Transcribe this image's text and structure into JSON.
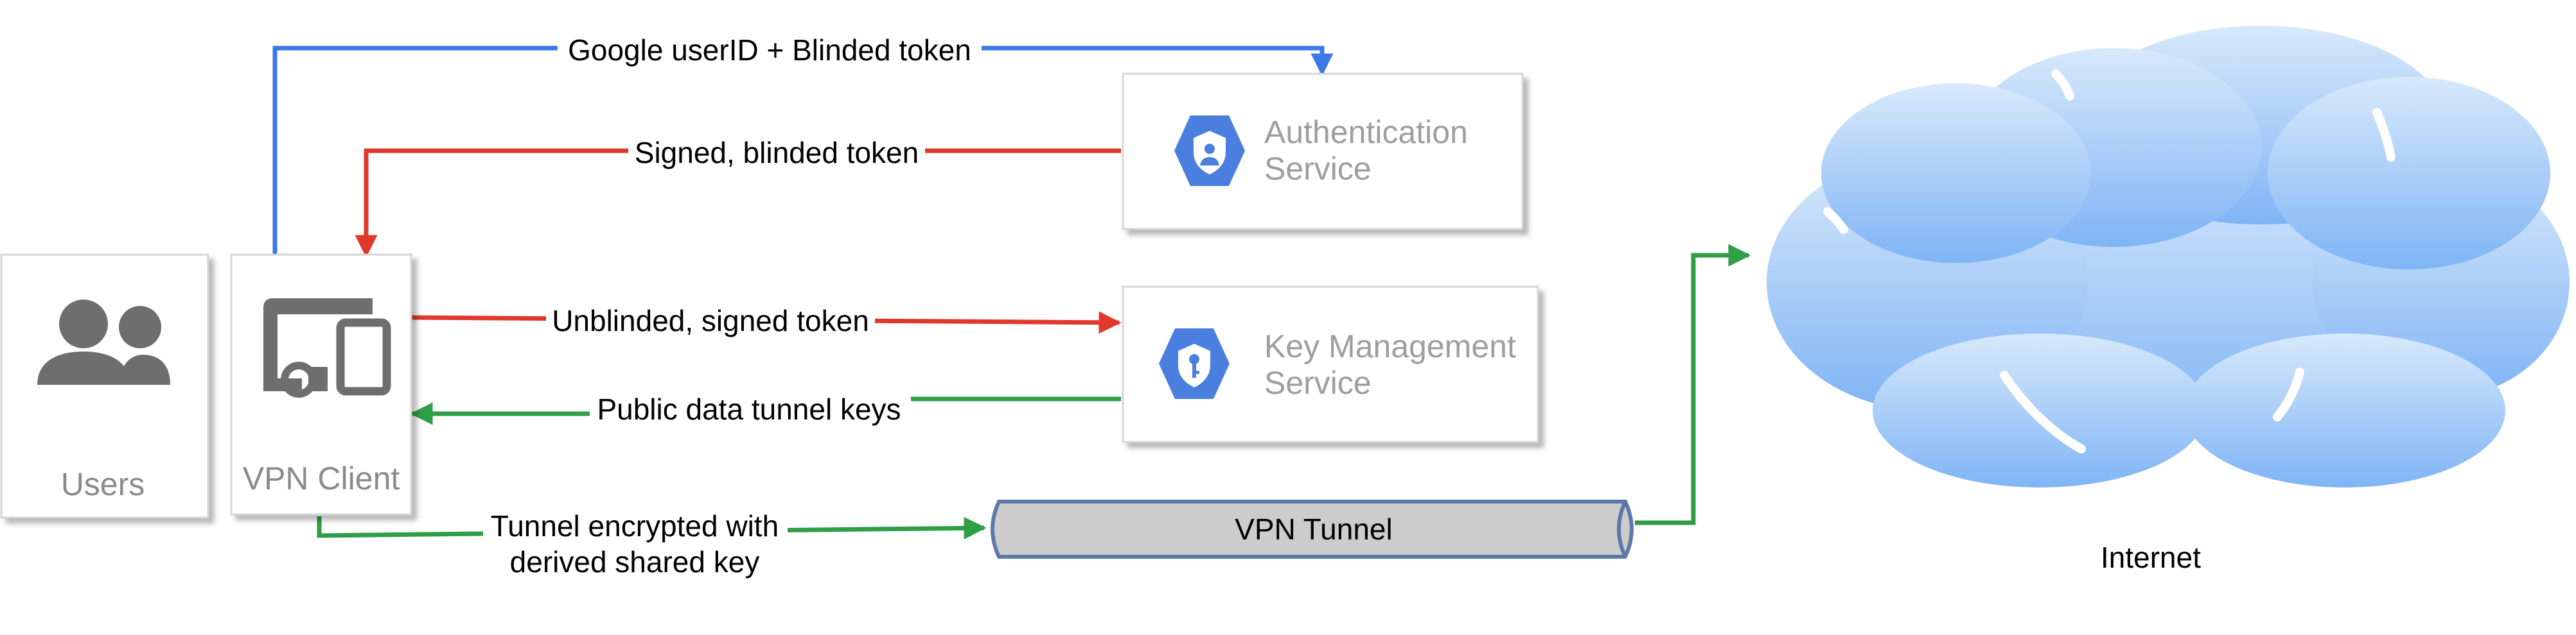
{
  "nodes": {
    "users": {
      "label": "Users"
    },
    "vpn_client": {
      "label": "VPN Client"
    },
    "auth_service": {
      "line1": "Authentication",
      "line2": "Service"
    },
    "kms": {
      "line1": "Key Management",
      "line2": "Service"
    },
    "tunnel": {
      "label": "VPN Tunnel"
    },
    "internet": {
      "label": "Internet"
    }
  },
  "edges": {
    "userid_blinded": {
      "label": "Google userID + Blinded token",
      "color": "#3b78e7"
    },
    "signed_blinded": {
      "label": "Signed, blinded token",
      "color": "#e0392b"
    },
    "unblinded_signed": {
      "label": "Unblinded, signed token",
      "color": "#e0392b"
    },
    "public_keys": {
      "label": "Public data tunnel keys",
      "color": "#2e9e47"
    },
    "tunnel_encrypted": {
      "line1": "Tunnel encrypted with",
      "line2": "derived shared key",
      "color": "#2e9e47"
    },
    "tunnel_to_internet": {
      "color": "#2e9e47"
    }
  },
  "colors": {
    "service_icon": "#4a7fe0",
    "card_icon": "#6e6e6e",
    "tunnel_fill": "#cccccc",
    "tunnel_stroke": "#5b79a8",
    "cloud_top": "#d8e9fb",
    "cloud_bottom": "#7fb4f5"
  },
  "icons": [
    "users-icon",
    "devices-icon",
    "shield-person-icon",
    "shield-key-icon"
  ]
}
